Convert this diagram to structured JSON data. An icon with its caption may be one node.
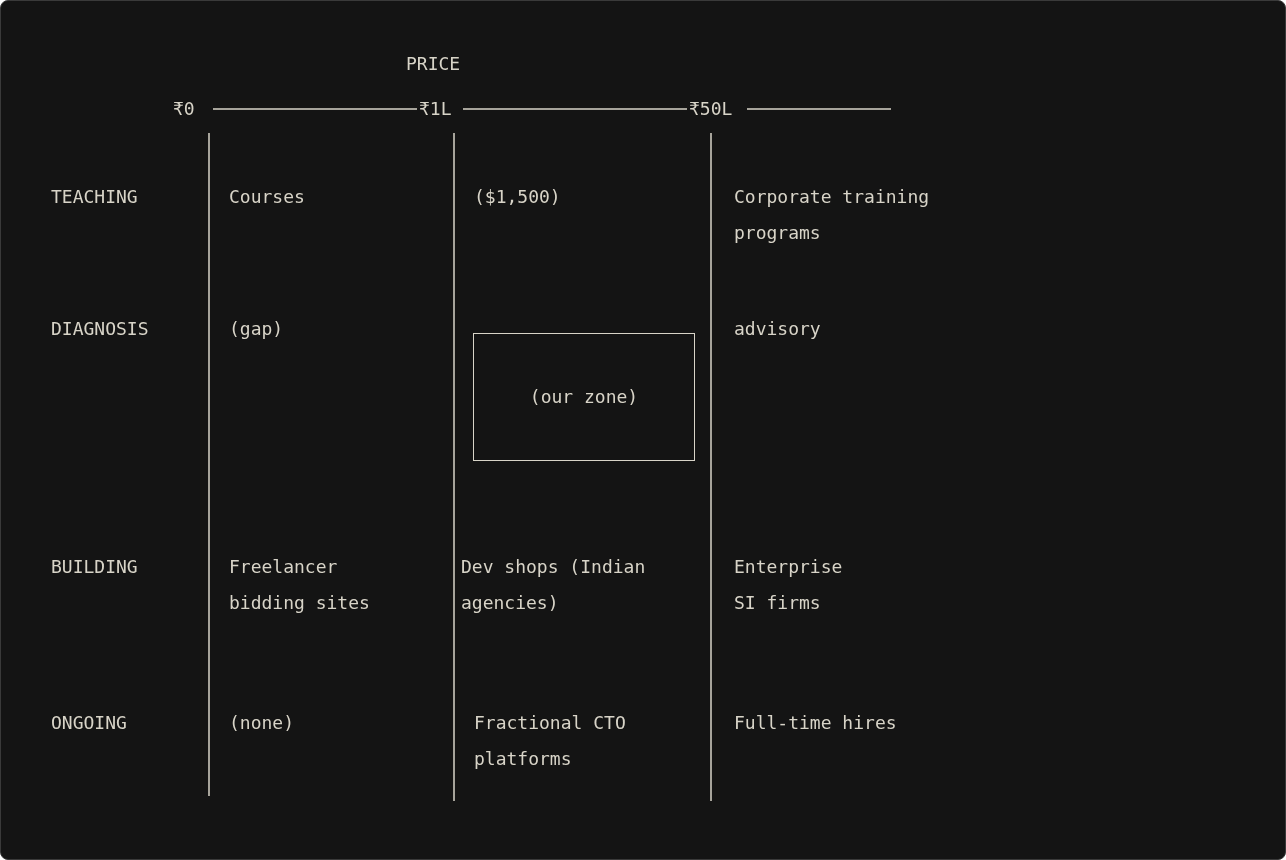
{
  "diagram": {
    "nodes": [
      {
        "text": [
          "(our zone)"
        ]
      }
    ],
    "edges": [],
    "labels": [
      "PRICE",
      "₹0",
      "₹1L",
      "₹50L",
      "TEACHING",
      "Courses",
      "($1,500)",
      "Corporate training programs",
      "DIAGNOSIS",
      "(gap)",
      "advisory",
      "BUILDING",
      "Freelancer bidding sites",
      "Dev shops (Indian agencies)",
      "Enterprise SI firms",
      "ONGOING",
      "(none)",
      "Fractional CTO platforms",
      "Full-time hires"
    ]
  }
}
